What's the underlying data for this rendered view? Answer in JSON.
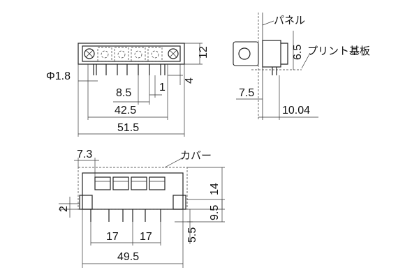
{
  "front_view": {
    "dims": {
      "height": "12",
      "pin_len": "4",
      "hole_dia": "Φ1.8",
      "pitch": "8.5",
      "pin_w": "1",
      "pin_span": "42.5",
      "overall_w": "51.5"
    }
  },
  "side_view": {
    "labels": {
      "panel": "パネル",
      "pcb": "プリント基板"
    },
    "dims": {
      "offset": "6.5",
      "depth": "7.5",
      "total": "10.04"
    }
  },
  "bottom_view": {
    "labels": {
      "cover": "カバー"
    },
    "dims": {
      "left_off": "7.3",
      "height": "14",
      "step": "2",
      "lower_h": "9.5",
      "pin_len": "5.5",
      "pitch_a": "17",
      "pitch_b": "17",
      "overall_w": "49.5"
    }
  }
}
